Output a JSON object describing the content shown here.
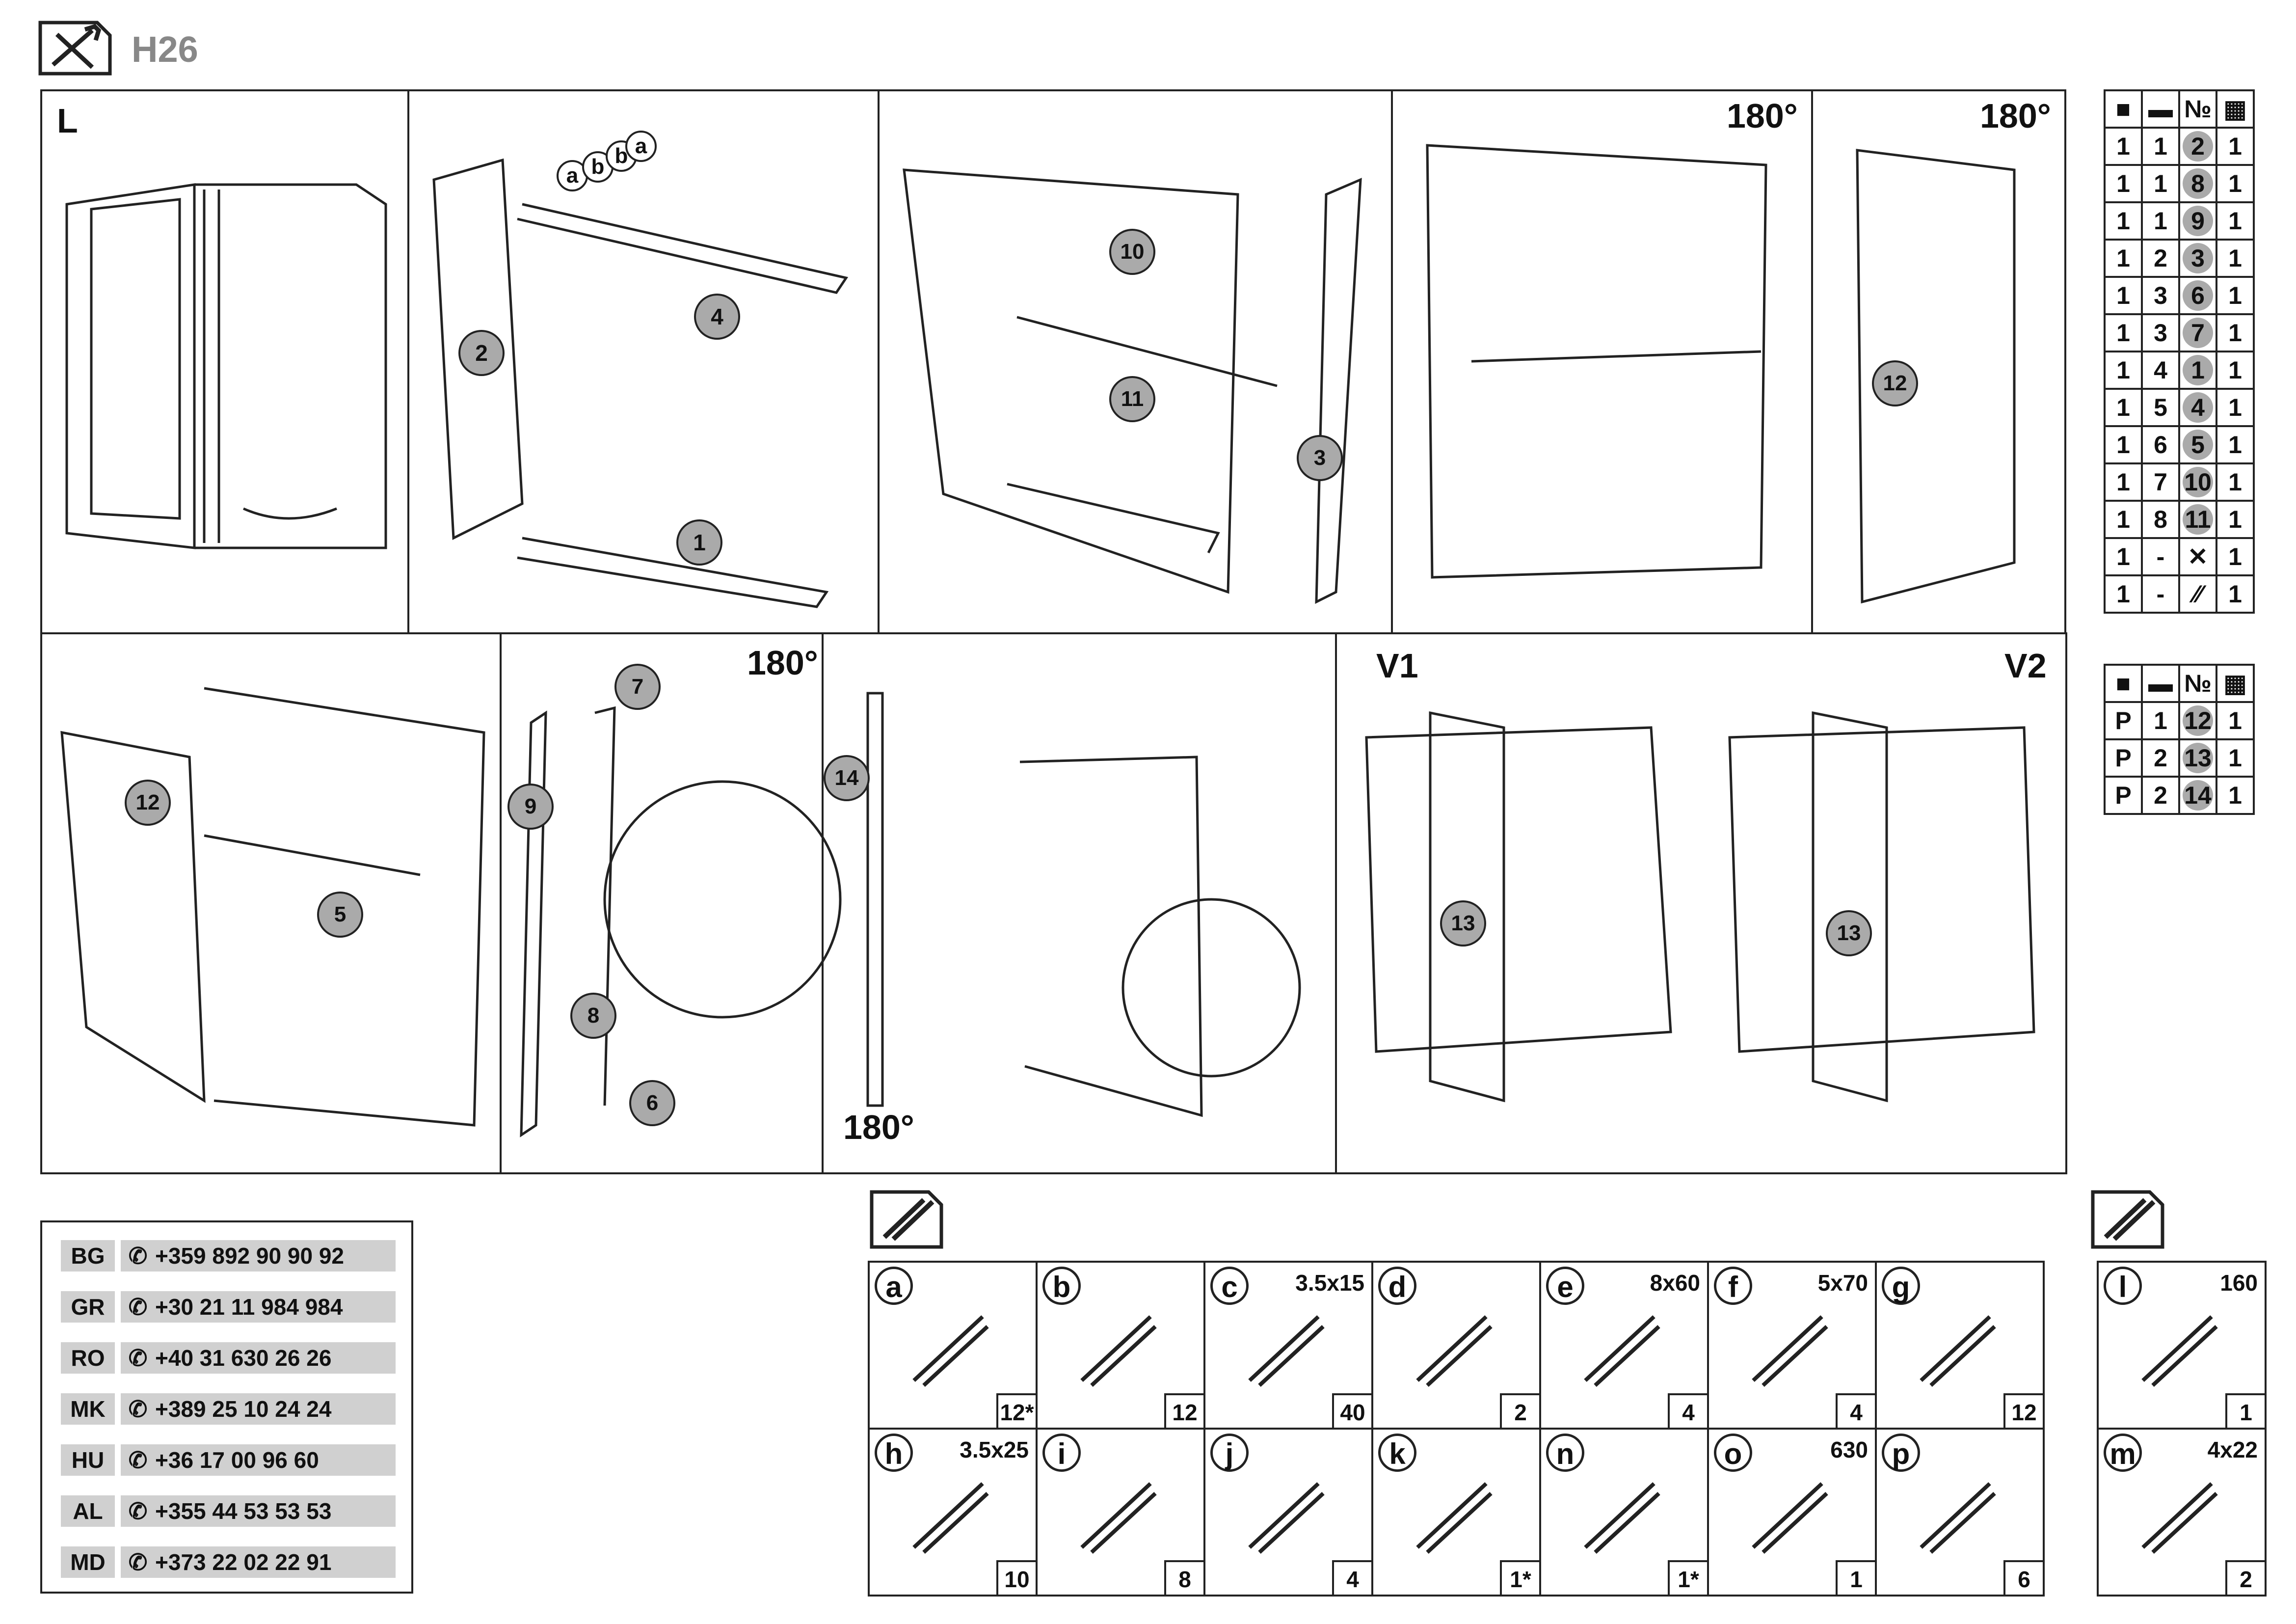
{
  "header": {
    "code": "H26"
  },
  "steps": {
    "s1": {
      "label": "L"
    },
    "rot": "180°",
    "v1": "V1",
    "v2": "V2"
  },
  "parts_table": {
    "rows": [
      [
        "1",
        "1",
        "2",
        "1"
      ],
      [
        "1",
        "1",
        "8",
        "1"
      ],
      [
        "1",
        "1",
        "9",
        "1"
      ],
      [
        "1",
        "2",
        "3",
        "1"
      ],
      [
        "1",
        "3",
        "6",
        "1"
      ],
      [
        "1",
        "3",
        "7",
        "1"
      ],
      [
        "1",
        "4",
        "1",
        "1"
      ],
      [
        "1",
        "5",
        "4",
        "1"
      ],
      [
        "1",
        "6",
        "5",
        "1"
      ],
      [
        "1",
        "7",
        "10",
        "1"
      ],
      [
        "1",
        "8",
        "11",
        "1"
      ],
      [
        "1",
        "-",
        "",
        "1"
      ],
      [
        "1",
        "-",
        "",
        "1"
      ]
    ],
    "header_no": "№"
  },
  "parts_table2": {
    "rows": [
      [
        "P",
        "1",
        "12",
        "1"
      ],
      [
        "P",
        "2",
        "13",
        "1"
      ],
      [
        "P",
        "2",
        "14",
        "1"
      ]
    ]
  },
  "phones": [
    {
      "country": "BG",
      "number": "+359 892 90 90 92"
    },
    {
      "country": "GR",
      "number": "+30 21 11 984 984"
    },
    {
      "country": "RO",
      "number": "+40 31 630 26 26"
    },
    {
      "country": "MK",
      "number": "+389 25 10 24 24"
    },
    {
      "country": "HU",
      "number": "+36 17 00 96 60"
    },
    {
      "country": "AL",
      "number": "+355 44 53 53 53"
    },
    {
      "country": "MD",
      "number": "+373 22 02 22 91"
    }
  ],
  "hardware": [
    {
      "letter": "a",
      "size": "",
      "qty": "12*"
    },
    {
      "letter": "b",
      "size": "",
      "qty": "12"
    },
    {
      "letter": "c",
      "size": "3.5x15",
      "qty": "40"
    },
    {
      "letter": "d",
      "size": "",
      "qty": "2"
    },
    {
      "letter": "e",
      "size": "8x60",
      "qty": "4"
    },
    {
      "letter": "f",
      "size": "5x70",
      "qty": "4"
    },
    {
      "letter": "g",
      "size": "",
      "qty": "12"
    },
    {
      "letter": "h",
      "size": "3.5x25",
      "qty": "10"
    },
    {
      "letter": "i",
      "size": "",
      "qty": "8"
    },
    {
      "letter": "j",
      "size": "",
      "qty": "4"
    },
    {
      "letter": "k",
      "size": "",
      "qty": "1*"
    },
    {
      "letter": "n",
      "size": "",
      "qty": "1*"
    },
    {
      "letter": "o",
      "size": "630",
      "qty": "1"
    },
    {
      "letter": "p",
      "size": "",
      "qty": "6"
    },
    {
      "letter": "l",
      "size": "160",
      "qty": "1"
    },
    {
      "letter": "m",
      "size": "4x22",
      "qty": "2"
    }
  ],
  "colors": {
    "line": "#222222",
    "highlight": "#aaaaaa",
    "phone_bg": "#d0d0d0"
  }
}
